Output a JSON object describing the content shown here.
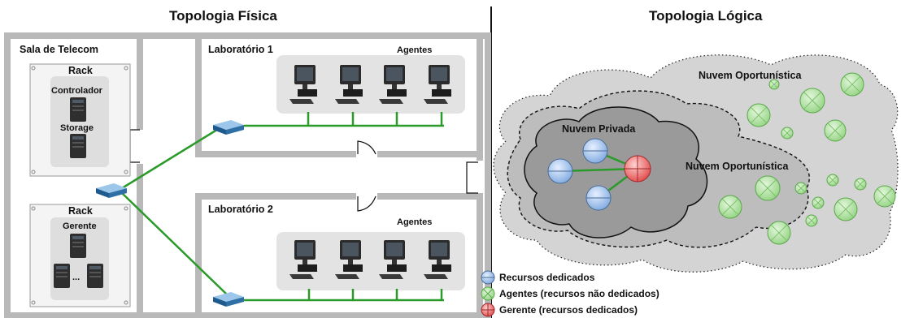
{
  "physical": {
    "title": "Topologia Física",
    "telecom_room": "Sala de Telecom",
    "rack_top": {
      "label": "Rack",
      "controller": "Controlador",
      "storage": "Storage"
    },
    "rack_bottom": {
      "label": "Rack",
      "manager": "Gerente",
      "ellipsis": "..."
    },
    "lab1": {
      "label": "Laboratório 1",
      "agents": "Agentes"
    },
    "lab2": {
      "label": "Laboratório 2",
      "agents": "Agentes"
    }
  },
  "logical": {
    "title": "Topologia Lógica",
    "private_cloud": "Nuvem Privada",
    "opportunistic_cloud_inner": "Nuvem Oportunística",
    "opportunistic_cloud_outer": "Nuvem Oportunística",
    "legend": [
      {
        "label": "Recursos dedicados",
        "color": "#9fc4ef"
      },
      {
        "label": "Agentes (recursos não dedicados)",
        "color": "#b6e3a6"
      },
      {
        "label": "Gerente (recursos dedicados)",
        "color": "#f27a7a"
      }
    ]
  },
  "colors": {
    "wall": "#b9b9b9",
    "link": "#2a9a2a",
    "switch": "#2e6fa6"
  }
}
